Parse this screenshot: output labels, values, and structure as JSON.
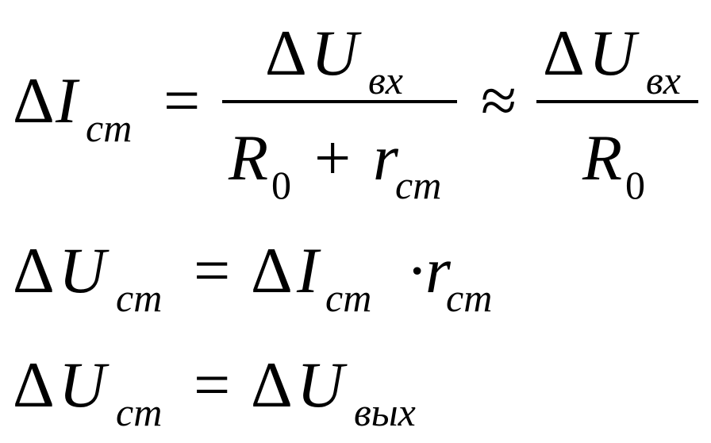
{
  "equations": [
    {
      "lhs": {
        "delta": "Δ",
        "var": "I",
        "sub": "ст"
      },
      "eq": "=",
      "frac1": {
        "num": {
          "delta": "Δ",
          "var": "U",
          "sub": "вх"
        },
        "den": {
          "var1": "R",
          "sub1": "0",
          "plus": "+",
          "var2": "r",
          "sub2": "ст"
        }
      },
      "approx": "≈",
      "frac2": {
        "num": {
          "delta": "Δ",
          "var": "U",
          "sub": "вх"
        },
        "den": {
          "var": "R",
          "sub": "0"
        }
      }
    },
    {
      "lhs": {
        "delta": "Δ",
        "var": "U",
        "sub": "ст"
      },
      "eq": "=",
      "rhs": {
        "delta": "Δ",
        "var": "I",
        "sub": "ст",
        "dot": "·",
        "var2": "r",
        "sub2": "ст"
      }
    },
    {
      "lhs": {
        "delta": "Δ",
        "var": "U",
        "sub": "ст"
      },
      "eq": "=",
      "rhs": {
        "delta": "Δ",
        "var": "U",
        "sub": "вых"
      }
    }
  ]
}
